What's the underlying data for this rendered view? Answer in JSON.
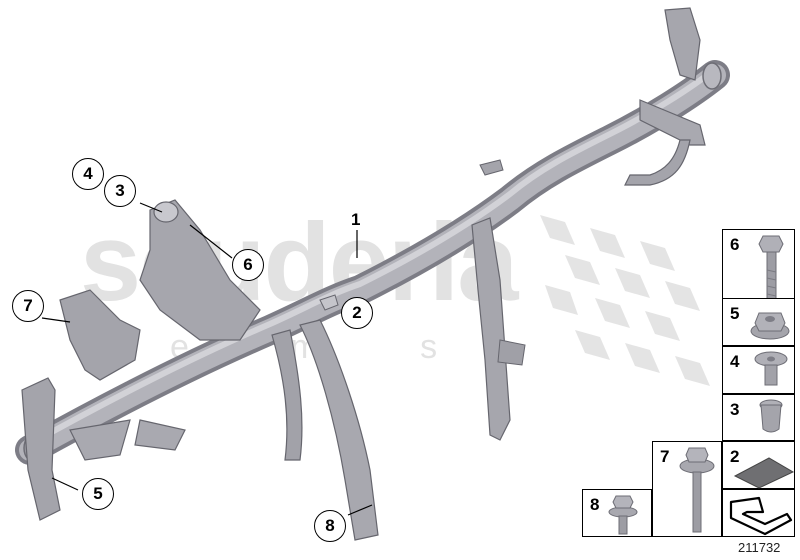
{
  "diagram": {
    "type": "exploded-parts-diagram",
    "subject": "instrument panel support / cross-car beam",
    "watermark": {
      "main": "scuderia",
      "sub": "e m s"
    },
    "figure_id": "211732"
  },
  "callouts": [
    {
      "num": "1",
      "style": "plain"
    },
    {
      "num": "2",
      "style": "circle"
    },
    {
      "num": "3",
      "style": "circle"
    },
    {
      "num": "4",
      "style": "circle"
    },
    {
      "num": "5",
      "style": "circle"
    },
    {
      "num": "6",
      "style": "circle"
    },
    {
      "num": "7",
      "style": "circle"
    },
    {
      "num": "8",
      "style": "circle"
    }
  ],
  "parts_table": [
    {
      "num": "6",
      "part": "hex bolt, long thread"
    },
    {
      "num": "5",
      "part": "hex nut with collar"
    },
    {
      "num": "4",
      "part": "flanged expanding nut"
    },
    {
      "num": "3",
      "part": "expanding rivet nut"
    },
    {
      "num": "7",
      "part": "hex bolt with washer"
    },
    {
      "num": "2",
      "part": "pad / foam insulation"
    },
    {
      "num": "8",
      "part": "hex bolt with washer, short"
    },
    {
      "num": "",
      "part": "arrow symbol"
    }
  ],
  "colors": {
    "metal": "#a9a9b0",
    "metal_dark": "#7d7d86",
    "metal_light": "#cfcfd4",
    "watermark": "#e2e2e2",
    "line": "#000000"
  }
}
